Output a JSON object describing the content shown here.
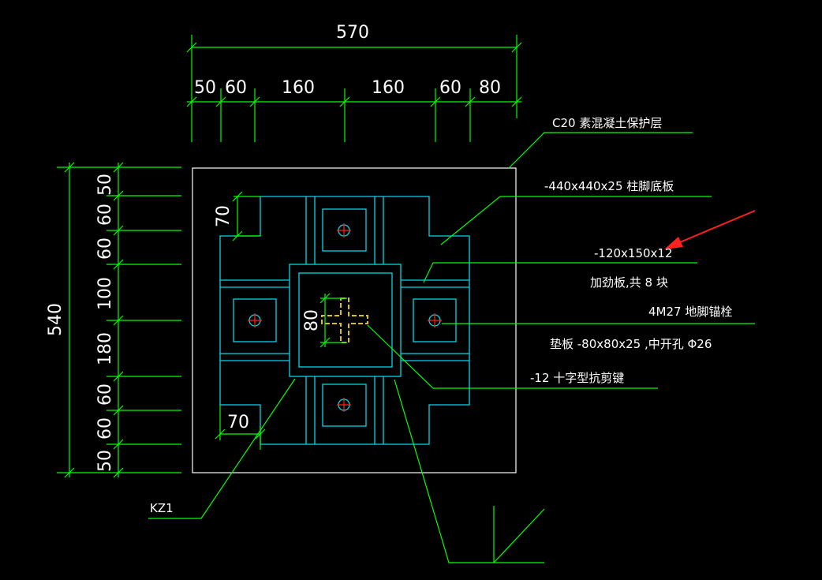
{
  "colors": {
    "background": "#000000",
    "dimension_lines": "#00ff00",
    "steel_outline": "#00d8e8",
    "text": "#ffffff",
    "anchor_center": "#ff2020",
    "cross_key": "#e0c200",
    "arrow": "#ff2020"
  },
  "dims_top": {
    "total": "570",
    "segments": [
      "50",
      "60",
      "160",
      "160",
      "60",
      "80"
    ]
  },
  "dims_left": {
    "total": "540",
    "segments": [
      "50",
      "60",
      "60",
      "100",
      "180",
      "60",
      "60",
      "50"
    ]
  },
  "dims_local": {
    "notch_top": "70",
    "notch_bottom": "70",
    "key": "80"
  },
  "notes": {
    "concrete": "C20  素混凝土保护层",
    "base_plate": "-440x440x25      柱脚底板",
    "stiffener_size": "-120x150x12",
    "stiffener_count": "加劲板,共        8  块",
    "anchor_bolt": "4M27   地脚锚栓",
    "washer": "垫板  -80x80x25       ,中开孔        Φ26",
    "shear_key": "-12   十字型抗剪键",
    "column": "KZ1"
  }
}
